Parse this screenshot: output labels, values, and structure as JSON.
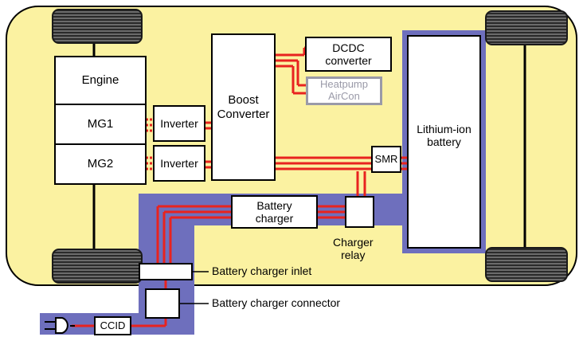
{
  "labels": {
    "engine": "Engine",
    "mg1": "MG1",
    "mg2": "MG2",
    "inverter1": "Inverter",
    "inverter2": "Inverter",
    "boost": "Boost\nConverter",
    "dcdc": "DCDC\nconverter",
    "heatpump": "Heatpump\nAirCon",
    "battery": "Lithium-ion\nbattery",
    "smr": "SMR",
    "charger": "Battery\ncharger",
    "charger_relay": "Charger\nrelay",
    "inlet": "Battery charger inlet",
    "connector": "Battery charger connector",
    "ccid": "CCID"
  },
  "colors": {
    "vehicle_body": "#fbf2a1",
    "charging_region": "#6e6fbd",
    "power_line": "#e8231f",
    "heatpump_border": "#9a9aa8",
    "heatpump_text": "#9a9aa8"
  },
  "icons": {
    "wheel": "tire-tread",
    "plug": "plug-icon"
  }
}
